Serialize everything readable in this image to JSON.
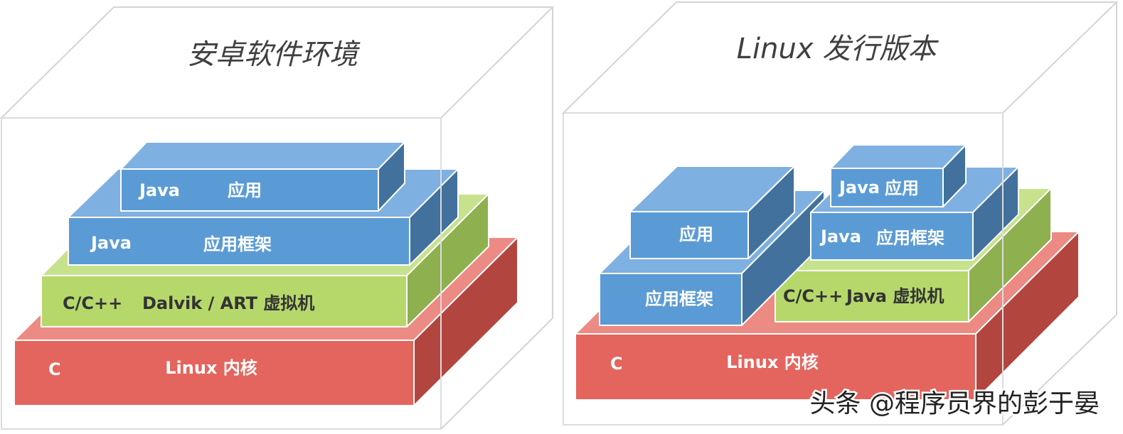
{
  "colors": {
    "blue_front": "#5b9bd5",
    "blue_top": "#7eb0e2",
    "blue_side": "#41719c",
    "green_front": "#b6d86b",
    "green_top": "#c7e28d",
    "green_side": "#8eb04e",
    "red_front": "#e4655d",
    "red_top": "#ec8a84",
    "red_side": "#b2463f"
  },
  "left_box": {
    "title": "安卓软件环境",
    "layers": {
      "app": {
        "lang": "Java",
        "name": "应用"
      },
      "framework": {
        "lang": "Java",
        "name": "应用框架"
      },
      "vm": {
        "lang": "C/C++",
        "name": "Dalvik / ART 虚拟机"
      },
      "kernel": {
        "lang": "C",
        "name": "Linux 内核"
      }
    }
  },
  "right_box": {
    "title": "Linux 发行版本",
    "layers": {
      "native_app": {
        "name": "应用"
      },
      "native_framework": {
        "name": "应用框架"
      },
      "java_app": {
        "lang": "Java",
        "name": "应用"
      },
      "java_framework": {
        "lang": "Java",
        "name": "应用框架"
      },
      "java_vm": {
        "lang": "C/C++",
        "name": "Java 虚拟机"
      },
      "kernel": {
        "lang": "C",
        "name": "Linux 内核"
      }
    }
  },
  "watermark": "头条 @程序员界的彭于晏"
}
